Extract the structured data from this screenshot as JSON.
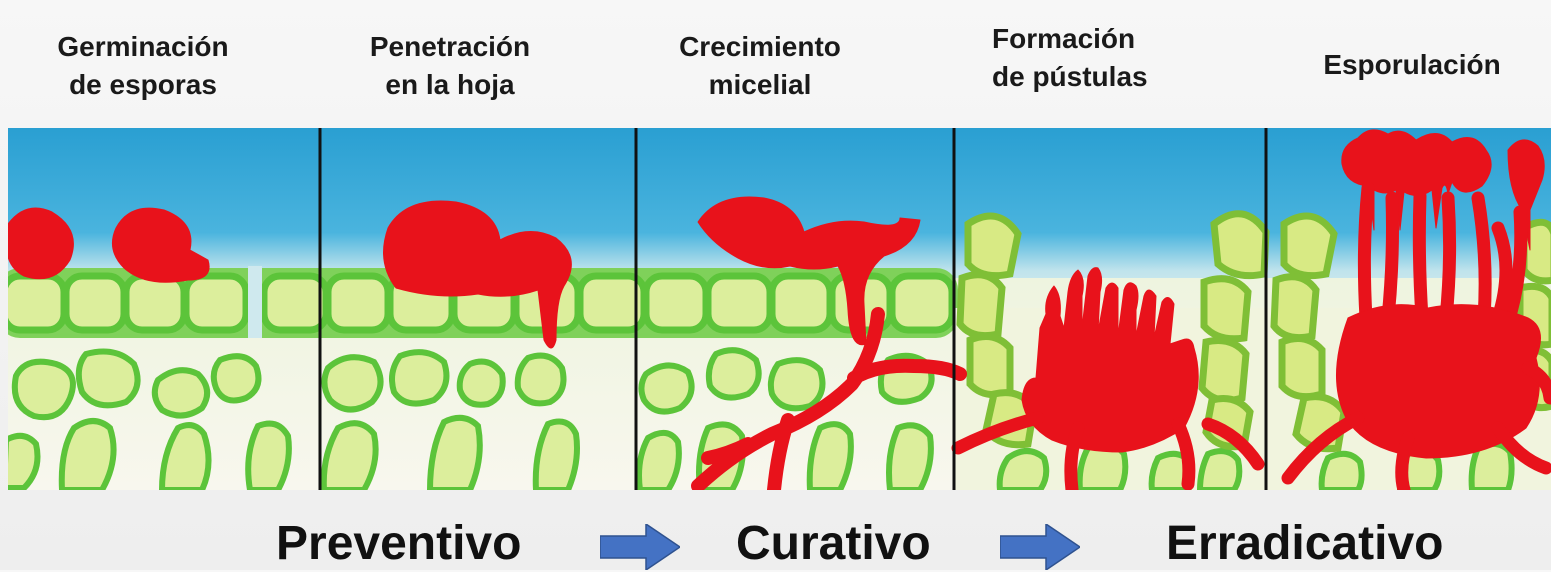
{
  "stage_labels": [
    {
      "line1": "Germinación",
      "line2": "de esporas"
    },
    {
      "line1": "Penetración",
      "line2": "en la hoja"
    },
    {
      "line1": "Crecimiento",
      "line2": "micelial"
    },
    {
      "line1": "Formación",
      "line2": "de pústulas"
    },
    {
      "line1": "Esporulación",
      "line2": ""
    }
  ],
  "treatment_stages": {
    "preventivo": "Preventivo",
    "curativo": "Curativo",
    "erradicativo": "Erradicativo"
  },
  "colors": {
    "sky": "#2fa6d8",
    "fungus": "#e8121b",
    "cell_border": "#5cc43a",
    "cell_fill": "#dcee9c",
    "arrow": "#4472c4"
  }
}
